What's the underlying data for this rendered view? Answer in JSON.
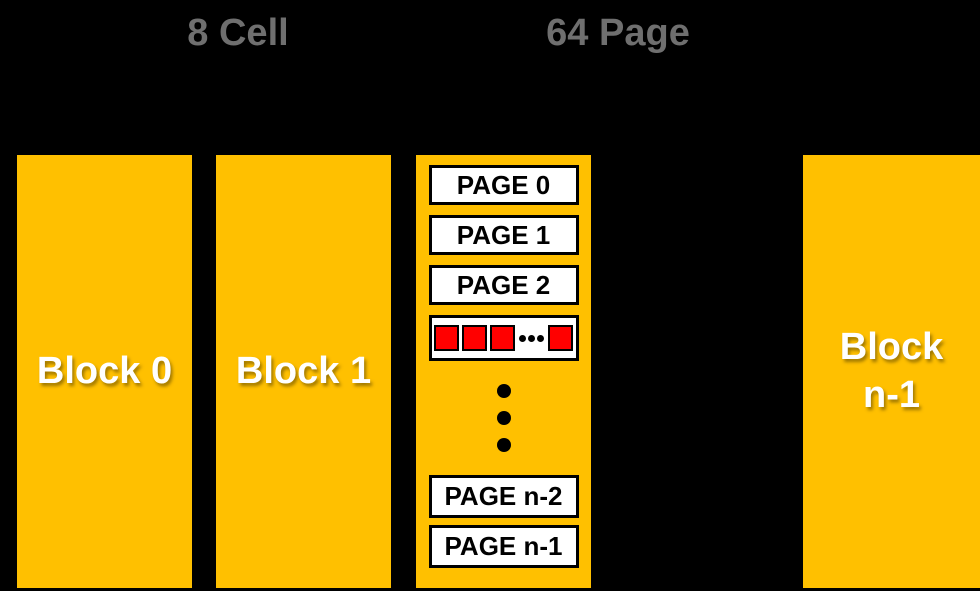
{
  "header": {
    "cell_label": "8 Cell",
    "page_label": "64 Page"
  },
  "blocks": {
    "block0_label": "Block 0",
    "block1_label": "Block 1",
    "block_n1_label": "Block n-1"
  },
  "page_block": {
    "page0": "PAGE 0",
    "page1": "PAGE 1",
    "page2": "PAGE 2",
    "page_n2": "PAGE n-2",
    "page_n1": "PAGE n-1",
    "cell_count_visible": 4,
    "horizontal_ellipsis": "•••",
    "vertical_ellipsis": "•••"
  },
  "icons": {
    "horizontal_ellipsis": "ellipsis-dots-horizontal",
    "vertical_ellipsis": "ellipsis-dots-vertical"
  },
  "colors": {
    "background": "#000000",
    "block_fill": "#FFC000",
    "cell_fill": "#FF0000",
    "label_gray": "#6F6F6F",
    "box_fill": "#FFFFFF",
    "box_border": "#000000",
    "block_text": "#FFFFFF",
    "page_text": "#000000"
  }
}
